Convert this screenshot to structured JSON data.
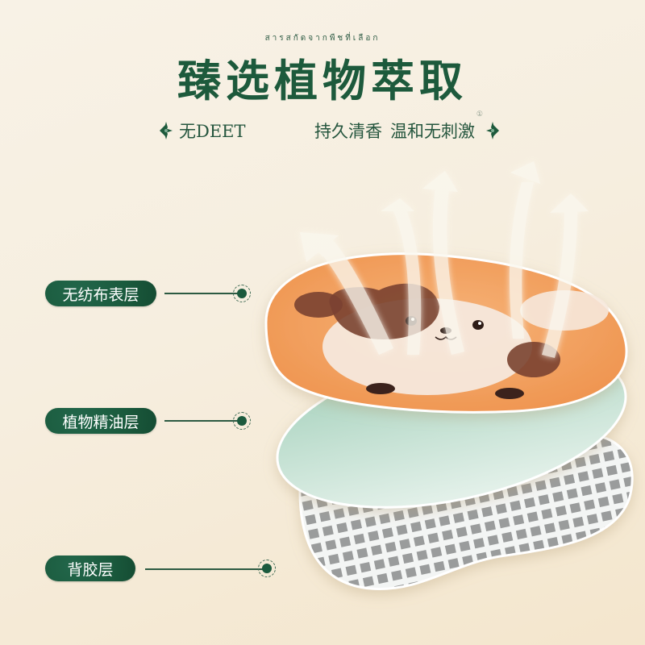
{
  "header": {
    "thai_subtitle": "สารสกัดจากพืชที่เลือก",
    "title": "臻选植物萃取"
  },
  "tagline": {
    "left_ornament_icon": "thai-ornament-left-icon",
    "items": [
      "无DEET",
      "持久清香",
      "温和无刺激"
    ],
    "footnote_marker": "①",
    "right_ornament_icon": "thai-ornament-right-icon"
  },
  "layers": [
    {
      "label": "无纺布表层",
      "description": "non-woven surface layer"
    },
    {
      "label": "植物精油层",
      "description": "plant essential oil layer"
    },
    {
      "label": "背胶层",
      "description": "adhesive backing layer"
    }
  ],
  "illustration": {
    "top_layer": "orange patch with cartoon puppy face",
    "middle_layer": "mint-green essential oil disc",
    "bottom_layer": "white grid-pattern adhesive backing",
    "aroma_arrows": 5
  },
  "colors": {
    "brand_green": "#1d5a3c",
    "background": "#f6eedf",
    "patch_orange": "#f09a55",
    "oil_green": "#bfe0cf",
    "grid_gray": "#9a9c9c"
  }
}
